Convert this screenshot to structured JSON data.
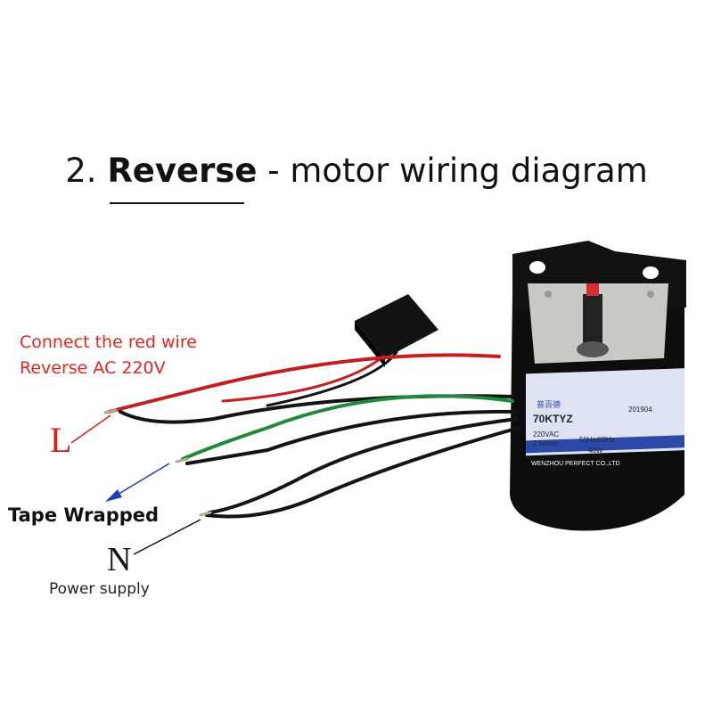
{
  "title": {
    "number": "2.",
    "emphasis": "Reverse",
    "rest": "- motor wiring diagram"
  },
  "notes": {
    "red_line1": "Connect the red wire",
    "red_line2": "Reverse AC 220V"
  },
  "labels": {
    "L": "L",
    "tape": "Tape Wrapped",
    "N": "N",
    "power": "Power supply"
  },
  "motor": {
    "label_brand": "普百德",
    "label_date": "201904",
    "label_model": "70KTYZ",
    "label_voltage": "220VAC",
    "label_speed": "2.5r/min",
    "label_freq": "50Hz/60Hz",
    "label_power": "40W",
    "label_maker": "WENZHOU PERFECT CO.,LTD"
  },
  "colors": {
    "wire_red": "#c41f1f",
    "wire_green": "#1f8a3a",
    "wire_black": "#141414",
    "arrow_blue": "#1f3fb5",
    "label_red": "#e0261f"
  }
}
